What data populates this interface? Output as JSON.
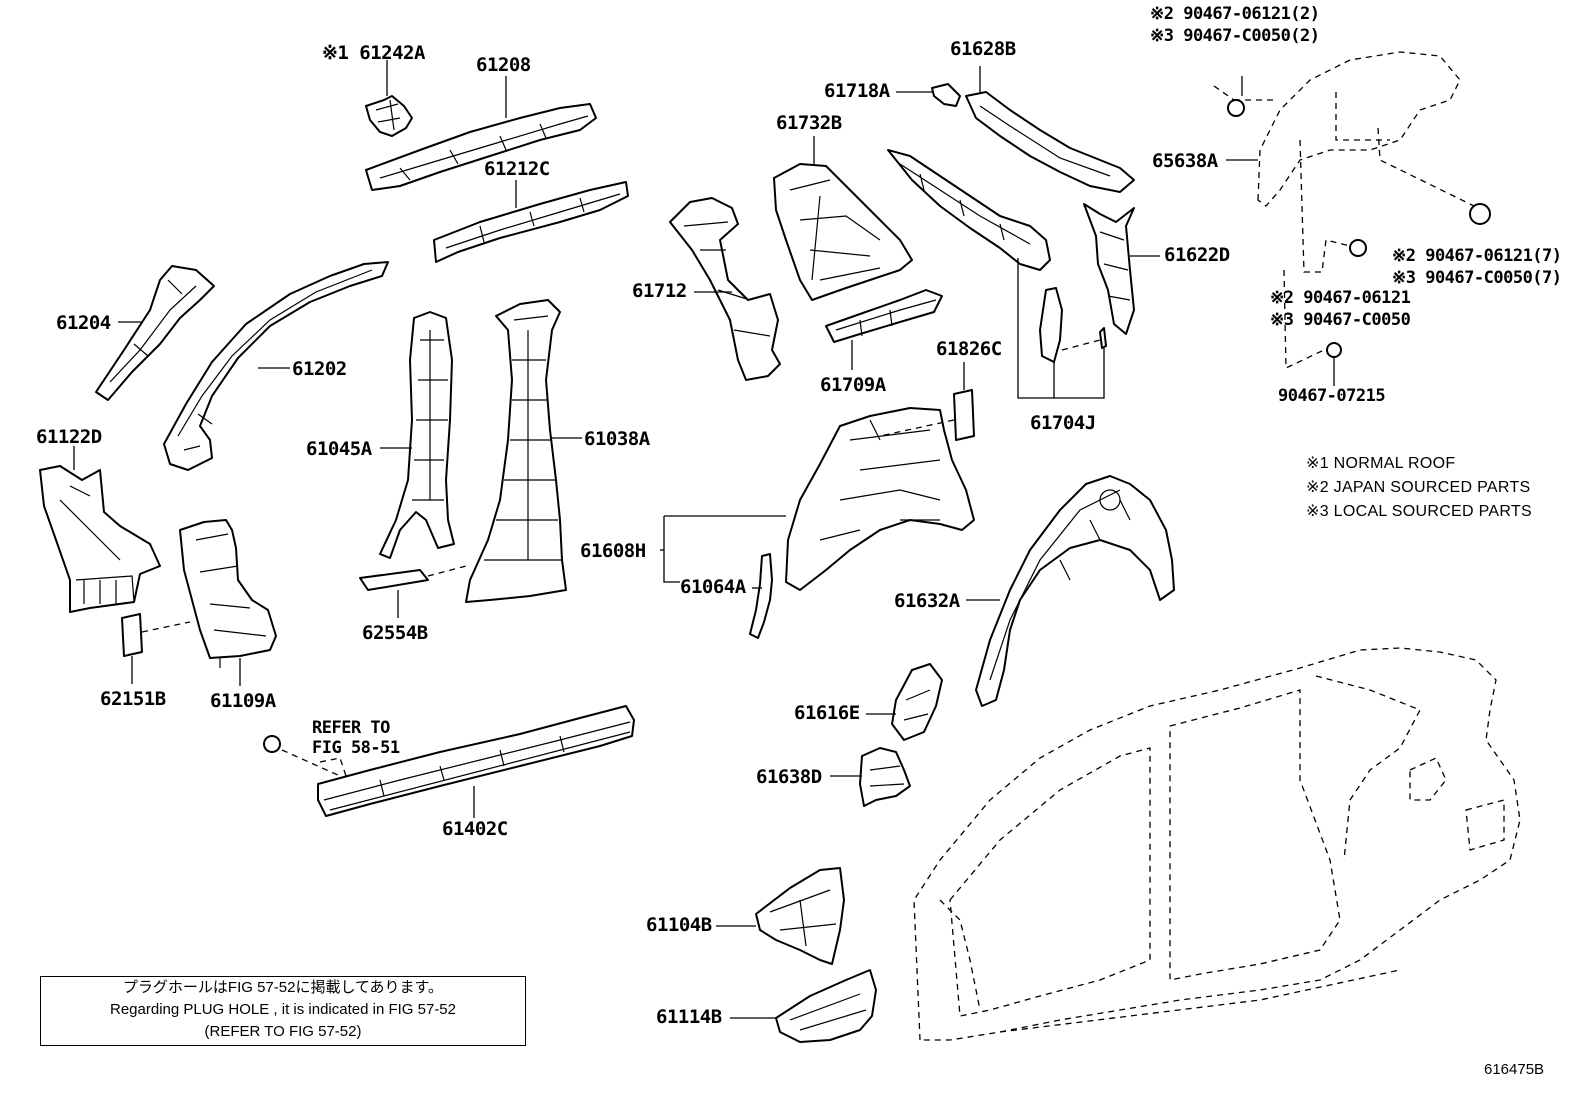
{
  "labels": {
    "p61242a": "※1 61242A",
    "p61208": "61208",
    "p61212c": "61212C",
    "p61204": "61204",
    "p61202": "61202",
    "p61122d": "61122D",
    "p61045a": "61045A",
    "p61038a": "61038A",
    "p62554b": "62554B",
    "p62151b": "62151B",
    "p61109a": "61109A",
    "p61402c": "61402C",
    "p61712": "61712",
    "p61732b": "61732B",
    "p61718a": "61718A",
    "p61628b": "61628B",
    "p61709a": "61709A",
    "p61826c": "61826C",
    "p61704j": "61704J",
    "p61622d": "61622D",
    "p61608h": "61608H",
    "p61064a": "61064A",
    "p61632a": "61632A",
    "p61616e": "61616E",
    "p61638d": "61638D",
    "p61104b": "61104B",
    "p61114b": "61114B",
    "p65638a": "65638A",
    "p90467_07215": "90467-07215",
    "refer_line1": "REFER TO",
    "refer_line2": "FIG 58-51"
  },
  "clips": {
    "top_line1": "※2 90467-06121(2)",
    "top_line2": "※3 90467-C0050(2)",
    "right_line1": "※2 90467-06121(7)",
    "right_line2": "※3 90467-C0050(7)",
    "mid_line1": "※2 90467-06121",
    "mid_line2": "※3 90467-C0050"
  },
  "notes": {
    "n1": "※1 NORMAL ROOF",
    "n2": "※2 JAPAN SOURCED PARTS",
    "n3": "※3 LOCAL SOURCED PARTS"
  },
  "bottom_note": {
    "line1": "プラグホールはFIG 57-52に掲載してあります。",
    "line2": "Regarding  PLUG  HOLE , it is indicated in  FIG  57-52",
    "line3": "(REFER TO FIG 57-52)"
  },
  "figure_code": "616475B"
}
